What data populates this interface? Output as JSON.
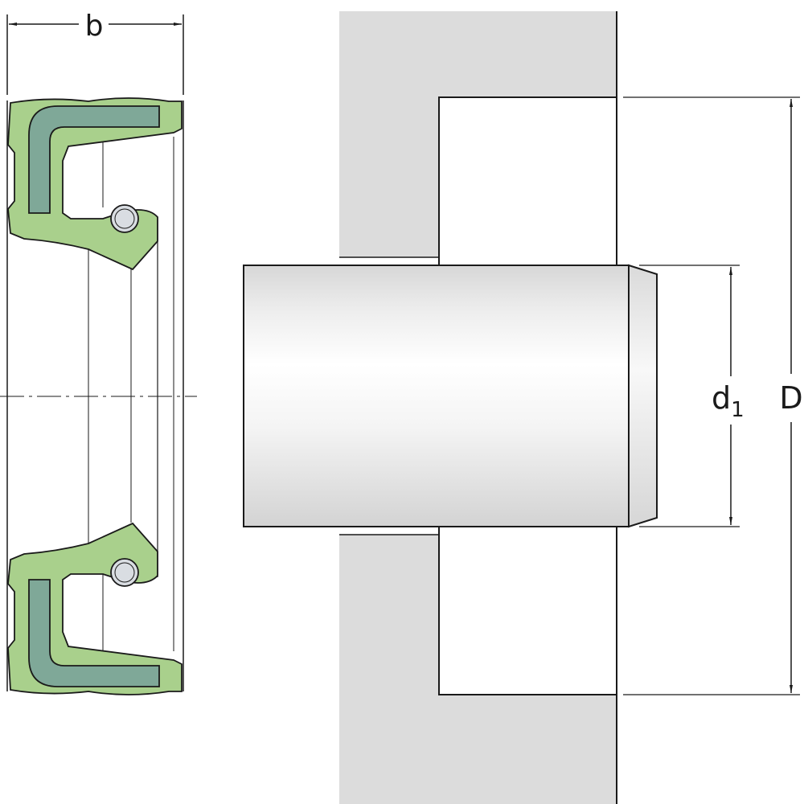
{
  "labels": {
    "width": "b",
    "shaft_diameter_main": "d",
    "shaft_diameter_sub": "1",
    "bore_diameter": "D"
  },
  "colors": {
    "seal_rubber": "#a9d08c",
    "metal_insert": "#7fa898",
    "housing": "#dcdcdc",
    "outline": "#1a1a1a",
    "spring": "#d9dde2",
    "background": "#ffffff"
  },
  "icons": {
    "spring": "garter-spring-circle",
    "arrow": "dimension-arrowhead"
  }
}
